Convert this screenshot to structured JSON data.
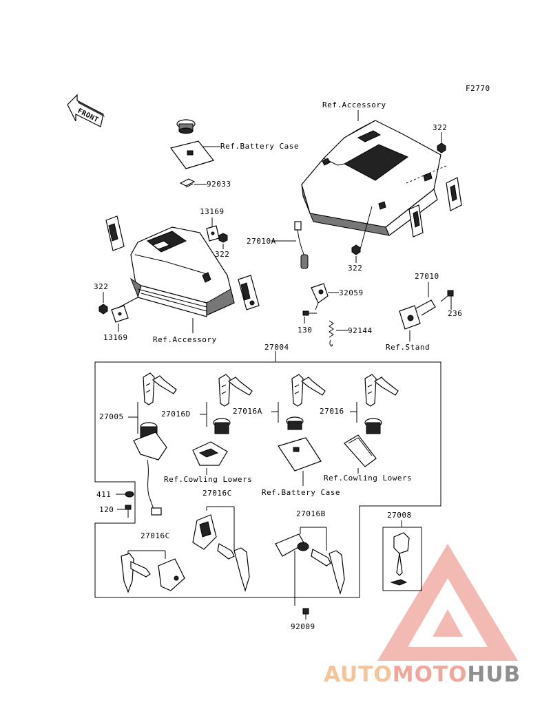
{
  "diagram": {
    "code": "F2770",
    "front_label": "FRONT",
    "parts": {
      "p322_a": "322",
      "p322_b": "322",
      "p322_c": "322",
      "p322_d": "322",
      "p92033": "92033",
      "p13169_a": "13169",
      "p13169_b": "13169",
      "p27010A": "27010A",
      "p32059": "32059",
      "p130": "130",
      "p92144": "92144",
      "p27010": "27010",
      "p236": "236",
      "p27004": "27004",
      "p27005": "27005",
      "p27016D": "27016D",
      "p27016A": "27016A",
      "p27016": "27016",
      "p411": "411",
      "p120": "120",
      "p27016C_a": "27016C",
      "p27016C_b": "27016C",
      "p27016B": "27016B",
      "p27008": "27008",
      "p92009": "92009"
    },
    "refs": {
      "accessory_top": "Ref.Accessory",
      "battery_case_top": "Ref.Battery Case",
      "accessory_left": "Ref.Accessory",
      "stand": "Ref.Stand",
      "cowling_lowers_a": "Ref.Cowling Lowers",
      "cowling_lowers_b": "Ref.Cowling Lowers",
      "battery_case_box": "Ref.Battery Case"
    }
  },
  "watermark": {
    "part1": "AUTO",
    "part2": "MOTO",
    "part3": "HUB",
    "colors": {
      "part1": "#f6c49a",
      "part2": "#f2a59b",
      "part3": "#8f8f8f",
      "triangle": "#f0a49a"
    }
  }
}
